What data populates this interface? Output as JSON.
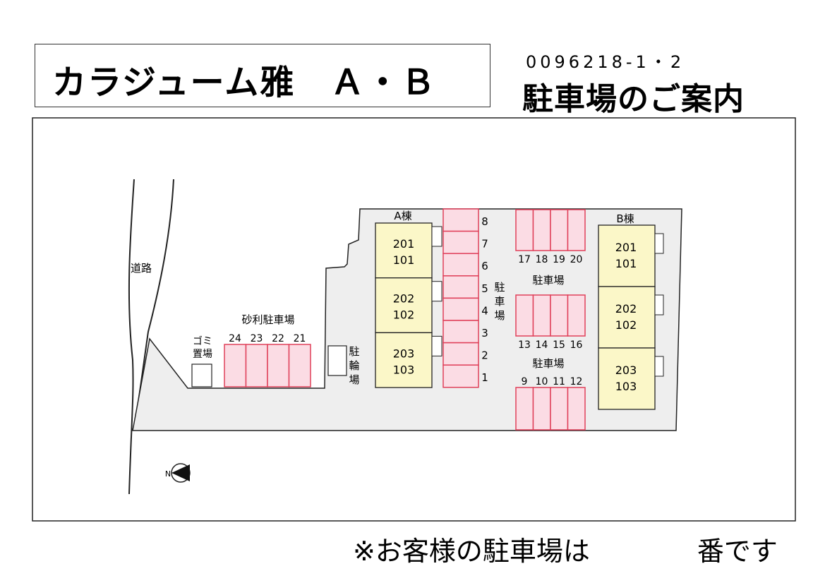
{
  "header": {
    "property_name": "カラジューム雅　Ａ・Ｂ",
    "property_code": "0096218-1・2",
    "guide_title": "駐車場のご案内"
  },
  "map": {
    "road_label": "道路",
    "gravel_parking_label": "砂利駐車場",
    "gravel_spaces": [
      "24",
      "23",
      "22",
      "21"
    ],
    "garbage_label": [
      "ゴミ",
      "置場"
    ],
    "bike_parking_label": [
      "駐",
      "輪",
      "場"
    ],
    "building_a": {
      "label": "A棟",
      "units": [
        [
          "201",
          "101"
        ],
        [
          "202",
          "102"
        ],
        [
          "203",
          "103"
        ]
      ]
    },
    "building_b": {
      "label": "B棟",
      "units": [
        [
          "201",
          "101"
        ],
        [
          "202",
          "102"
        ],
        [
          "203",
          "103"
        ]
      ]
    },
    "vertical_parking_label": [
      "駐",
      "車",
      "場"
    ],
    "vertical_spaces": [
      "8",
      "7",
      "6",
      "5",
      "4",
      "3",
      "2",
      "1"
    ],
    "parking_label": "駐車場",
    "row_top_spaces": [
      "17",
      "18",
      "19",
      "20"
    ],
    "row_mid_spaces": [
      "13",
      "14",
      "15",
      "16"
    ],
    "row_bottom_spaces": [
      "9",
      "10",
      "11",
      "12"
    ],
    "compass_letter": "N",
    "colors": {
      "parking_fill": "#fbdce4",
      "parking_stroke": "#e0405a",
      "building_fill": "#fbf7c8",
      "lot_fill": "#eeeeee"
    }
  },
  "footer": {
    "note_prefix": "※お客様の駐車場は",
    "note_suffix": "番です"
  }
}
